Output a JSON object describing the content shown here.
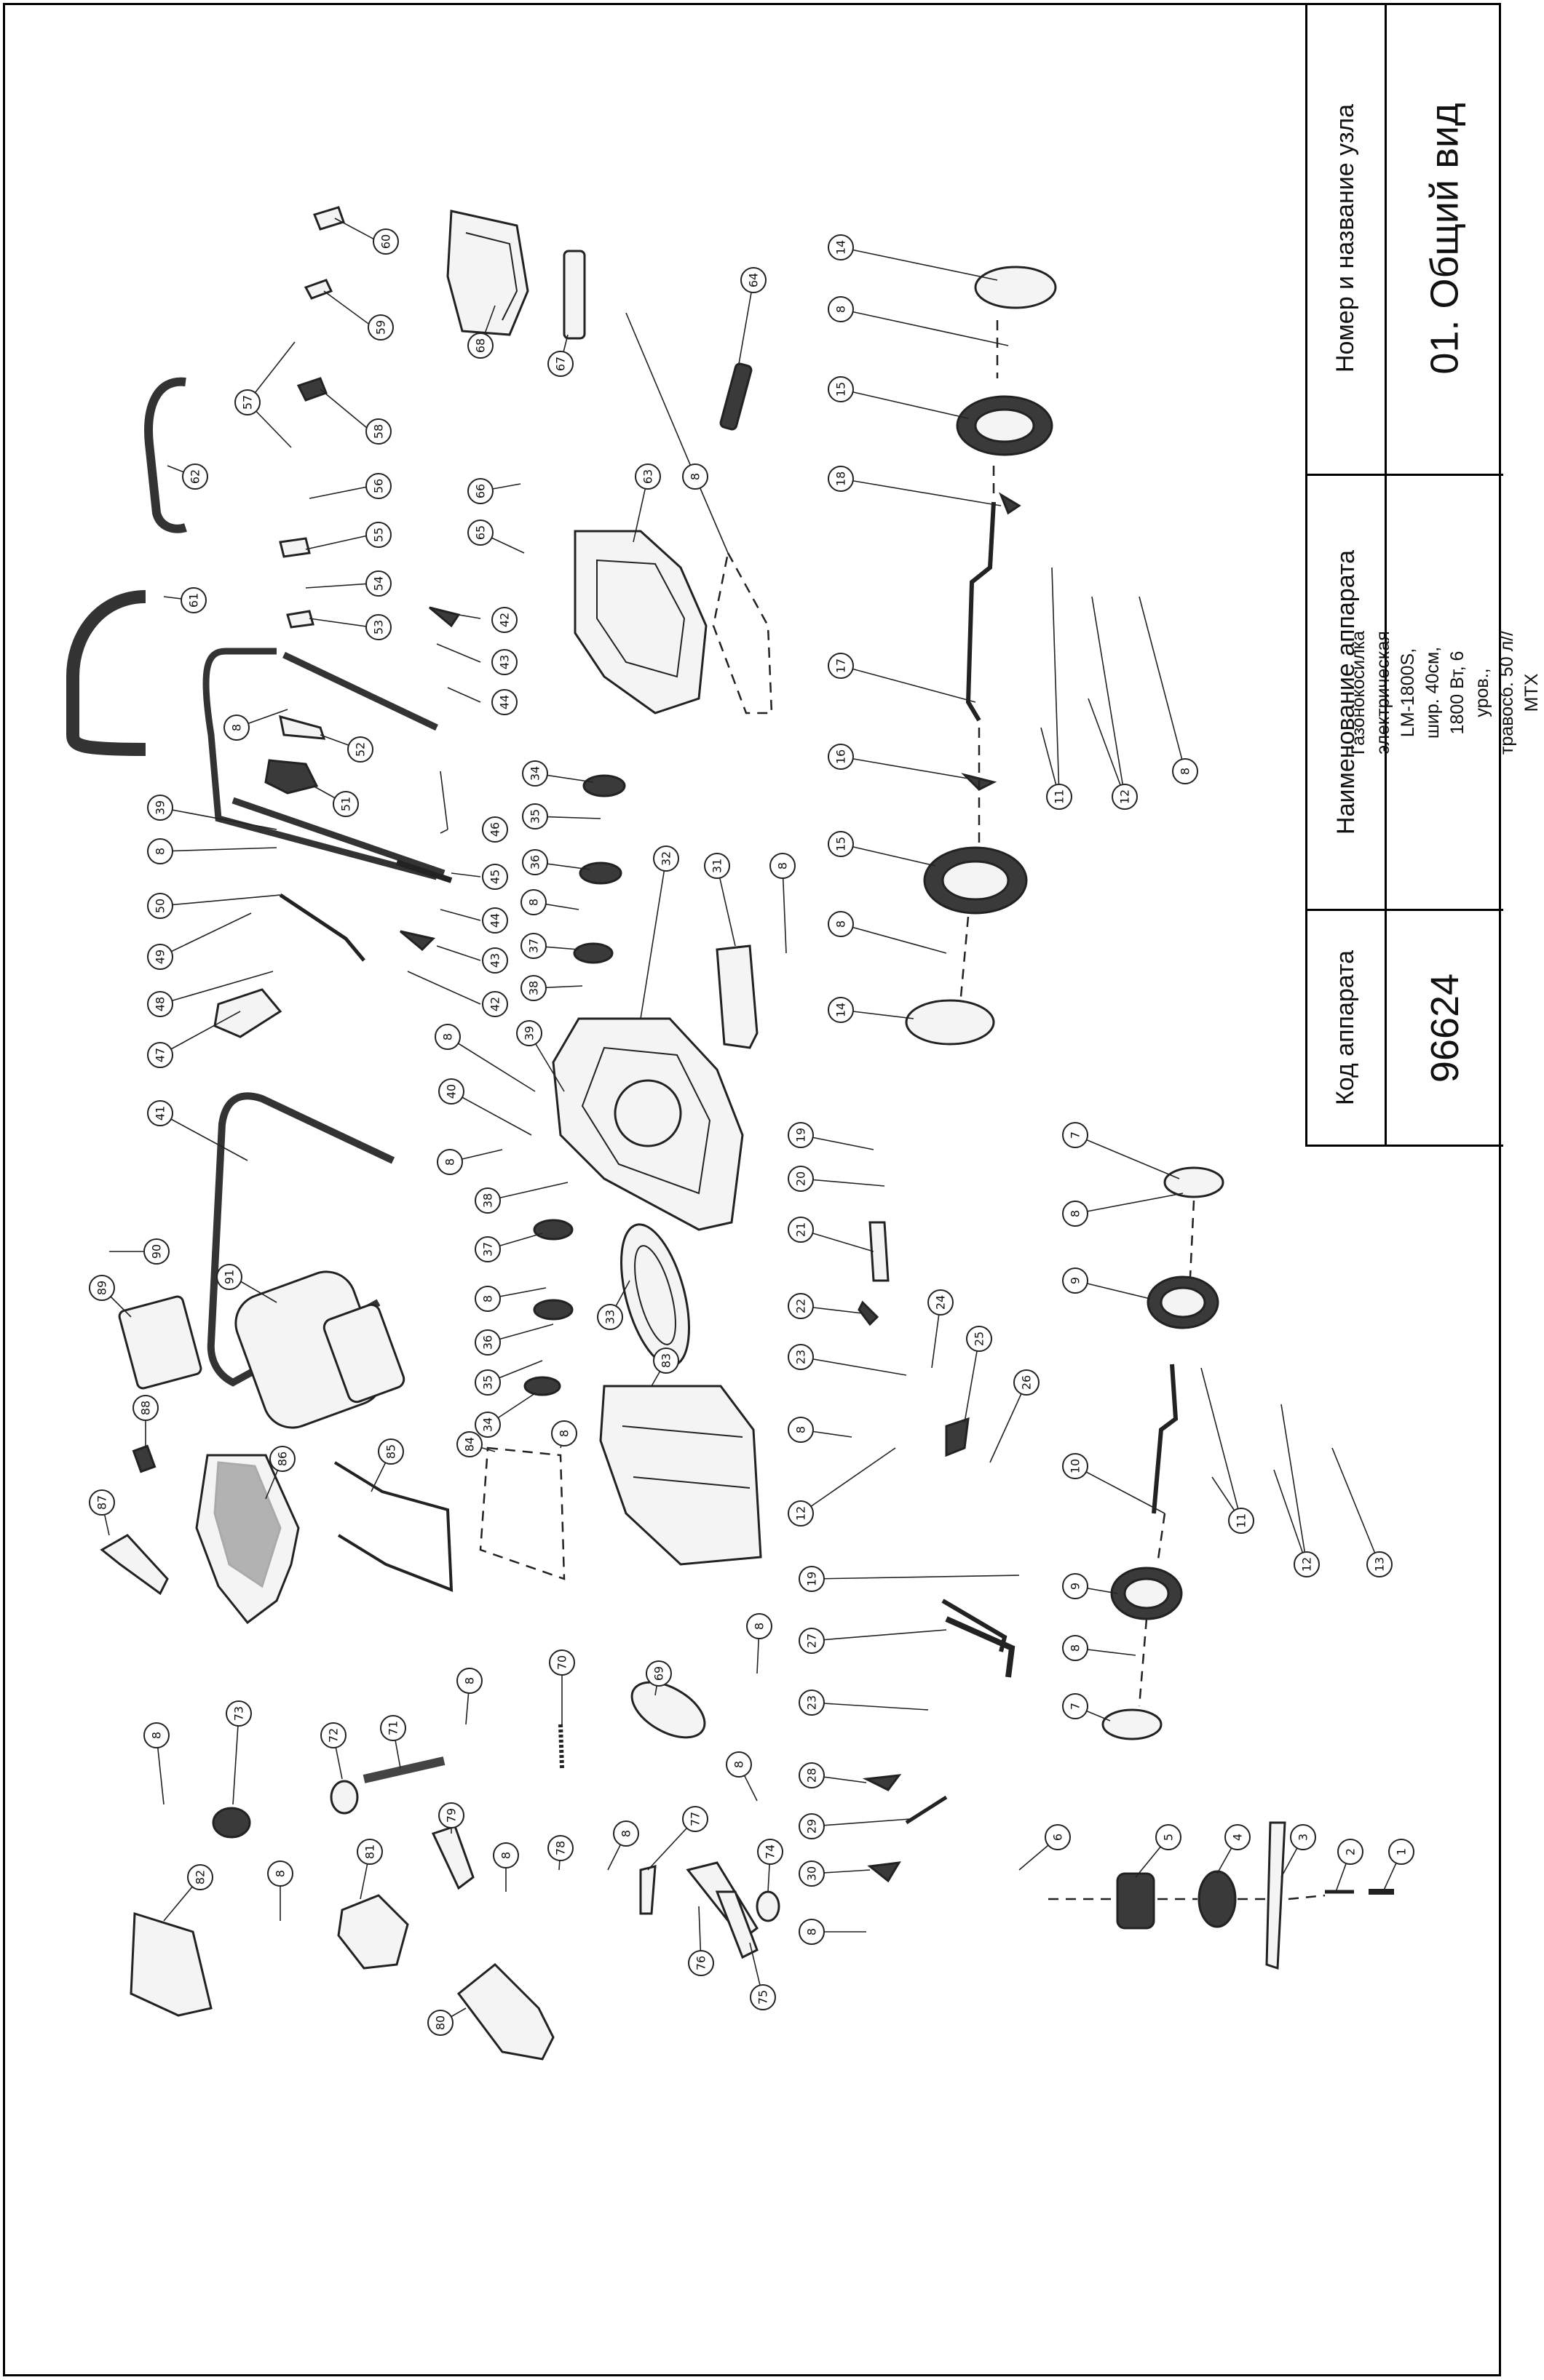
{
  "title_block": {
    "code_header": "Код аппарата",
    "code_value": "96624",
    "name_header": "Наименование аппарата",
    "name_value": "Газонокосилка электрическая LM-1800S, шир. 40см, 1800 Вт, 6 уров., травосб. 50 л// MTX",
    "node_header": "Номер и название узла",
    "node_value": "01. Общий вид"
  },
  "callouts": [
    {
      "id": "c60",
      "label": "60"
    },
    {
      "id": "c59",
      "label": "59"
    },
    {
      "id": "c58",
      "label": "58"
    },
    {
      "id": "c57",
      "label": "57"
    },
    {
      "id": "c56",
      "label": "56"
    },
    {
      "id": "c55",
      "label": "55"
    },
    {
      "id": "c54",
      "label": "54"
    },
    {
      "id": "c53",
      "label": "53"
    },
    {
      "id": "c62",
      "label": "62"
    },
    {
      "id": "c61",
      "label": "61"
    },
    {
      "id": "c8a",
      "label": "8"
    },
    {
      "id": "c52",
      "label": "52"
    },
    {
      "id": "c51",
      "label": "51"
    },
    {
      "id": "c39a",
      "label": "39"
    },
    {
      "id": "c8b",
      "label": "8"
    },
    {
      "id": "c50",
      "label": "50"
    },
    {
      "id": "c49",
      "label": "49"
    },
    {
      "id": "c48",
      "label": "48"
    },
    {
      "id": "c47",
      "label": "47"
    },
    {
      "id": "c41",
      "label": "41"
    },
    {
      "id": "c90",
      "label": "90"
    },
    {
      "id": "c89",
      "label": "89"
    },
    {
      "id": "c91",
      "label": "91"
    },
    {
      "id": "c88",
      "label": "88"
    },
    {
      "id": "c87",
      "label": "87"
    },
    {
      "id": "c86",
      "label": "86"
    },
    {
      "id": "c85",
      "label": "85"
    },
    {
      "id": "c84",
      "label": "84"
    },
    {
      "id": "c68",
      "label": "68"
    },
    {
      "id": "c67",
      "label": "67"
    },
    {
      "id": "c66",
      "label": "66"
    },
    {
      "id": "c65",
      "label": "65"
    },
    {
      "id": "c42a",
      "label": "42"
    },
    {
      "id": "c43a",
      "label": "43"
    },
    {
      "id": "c44a",
      "label": "44"
    },
    {
      "id": "c46",
      "label": "46"
    },
    {
      "id": "c45",
      "label": "45"
    },
    {
      "id": "c44b",
      "label": "44"
    },
    {
      "id": "c43b",
      "label": "43"
    },
    {
      "id": "c42b",
      "label": "42"
    },
    {
      "id": "c34a",
      "label": "34"
    },
    {
      "id": "c35a",
      "label": "35"
    },
    {
      "id": "c36a",
      "label": "36"
    },
    {
      "id": "c8c",
      "label": "8"
    },
    {
      "id": "c37a",
      "label": "37"
    },
    {
      "id": "c38a",
      "label": "38"
    },
    {
      "id": "c8d",
      "label": "8"
    },
    {
      "id": "c39b",
      "label": "39"
    },
    {
      "id": "c40",
      "label": "40"
    },
    {
      "id": "c8e",
      "label": "8"
    },
    {
      "id": "c38b",
      "label": "38"
    },
    {
      "id": "c37b",
      "label": "37"
    },
    {
      "id": "c8f",
      "label": "8"
    },
    {
      "id": "c36b",
      "label": "36"
    },
    {
      "id": "c35b",
      "label": "35"
    },
    {
      "id": "c34b",
      "label": "34"
    },
    {
      "id": "c33",
      "label": "33"
    },
    {
      "id": "c8g",
      "label": "8"
    },
    {
      "id": "c83",
      "label": "83"
    },
    {
      "id": "c63",
      "label": "63"
    },
    {
      "id": "c8h",
      "label": "8"
    },
    {
      "id": "c64",
      "label": "64"
    },
    {
      "id": "c32",
      "label": "32"
    },
    {
      "id": "c31",
      "label": "31"
    },
    {
      "id": "c8i",
      "label": "8"
    },
    {
      "id": "c14a",
      "label": "14"
    },
    {
      "id": "c8j",
      "label": "8"
    },
    {
      "id": "c15a",
      "label": "15"
    },
    {
      "id": "c18",
      "label": "18"
    },
    {
      "id": "c17",
      "label": "17"
    },
    {
      "id": "c16",
      "label": "16"
    },
    {
      "id": "c15b",
      "label": "15"
    },
    {
      "id": "c8k",
      "label": "8"
    },
    {
      "id": "c14b",
      "label": "14"
    },
    {
      "id": "c11a",
      "label": "11"
    },
    {
      "id": "c12a",
      "label": "12"
    },
    {
      "id": "c8l",
      "label": "8"
    },
    {
      "id": "c19a",
      "label": "19"
    },
    {
      "id": "c20",
      "label": "20"
    },
    {
      "id": "c21",
      "label": "21"
    },
    {
      "id": "c22",
      "label": "22"
    },
    {
      "id": "c24",
      "label": "24"
    },
    {
      "id": "c25",
      "label": "25"
    },
    {
      "id": "c23a",
      "label": "23"
    },
    {
      "id": "c26",
      "label": "26"
    },
    {
      "id": "c8m",
      "label": "8"
    },
    {
      "id": "c12b",
      "label": "12"
    },
    {
      "id": "c7a",
      "label": "7"
    },
    {
      "id": "c8n",
      "label": "8"
    },
    {
      "id": "c9a",
      "label": "9"
    },
    {
      "id": "c10",
      "label": "10"
    },
    {
      "id": "c11b",
      "label": "11"
    },
    {
      "id": "c12c",
      "label": "12"
    },
    {
      "id": "c13",
      "label": "13"
    },
    {
      "id": "c9b",
      "label": "9"
    },
    {
      "id": "c8o",
      "label": "8"
    },
    {
      "id": "c7b",
      "label": "7"
    },
    {
      "id": "c19b",
      "label": "19"
    },
    {
      "id": "c27",
      "label": "27"
    },
    {
      "id": "c23b",
      "label": "23"
    },
    {
      "id": "c8p",
      "label": "8"
    },
    {
      "id": "c28",
      "label": "28"
    },
    {
      "id": "c29",
      "label": "29"
    },
    {
      "id": "c30",
      "label": "30"
    },
    {
      "id": "c8q",
      "label": "8"
    },
    {
      "id": "c69",
      "label": "69"
    },
    {
      "id": "c70",
      "label": "70"
    },
    {
      "id": "c8r",
      "label": "8"
    },
    {
      "id": "c71",
      "label": "71"
    },
    {
      "id": "c72",
      "label": "72"
    },
    {
      "id": "c73",
      "label": "73"
    },
    {
      "id": "c8s",
      "label": "8"
    },
    {
      "id": "c82",
      "label": "82"
    },
    {
      "id": "c81",
      "label": "81"
    },
    {
      "id": "c8t",
      "label": "8"
    },
    {
      "id": "c79",
      "label": "79"
    },
    {
      "id": "c80",
      "label": "80"
    },
    {
      "id": "c8u",
      "label": "8"
    },
    {
      "id": "c78",
      "label": "78"
    },
    {
      "id": "c8v",
      "label": "8"
    },
    {
      "id": "c77",
      "label": "77"
    },
    {
      "id": "c76",
      "label": "76"
    },
    {
      "id": "c75",
      "label": "75"
    },
    {
      "id": "c74",
      "label": "74"
    },
    {
      "id": "c8w",
      "label": "8"
    },
    {
      "id": "c6",
      "label": "6"
    },
    {
      "id": "c5",
      "label": "5"
    },
    {
      "id": "c4",
      "label": "4"
    },
    {
      "id": "c3",
      "label": "3"
    },
    {
      "id": "c2",
      "label": "2"
    },
    {
      "id": "c1",
      "label": "1"
    }
  ]
}
